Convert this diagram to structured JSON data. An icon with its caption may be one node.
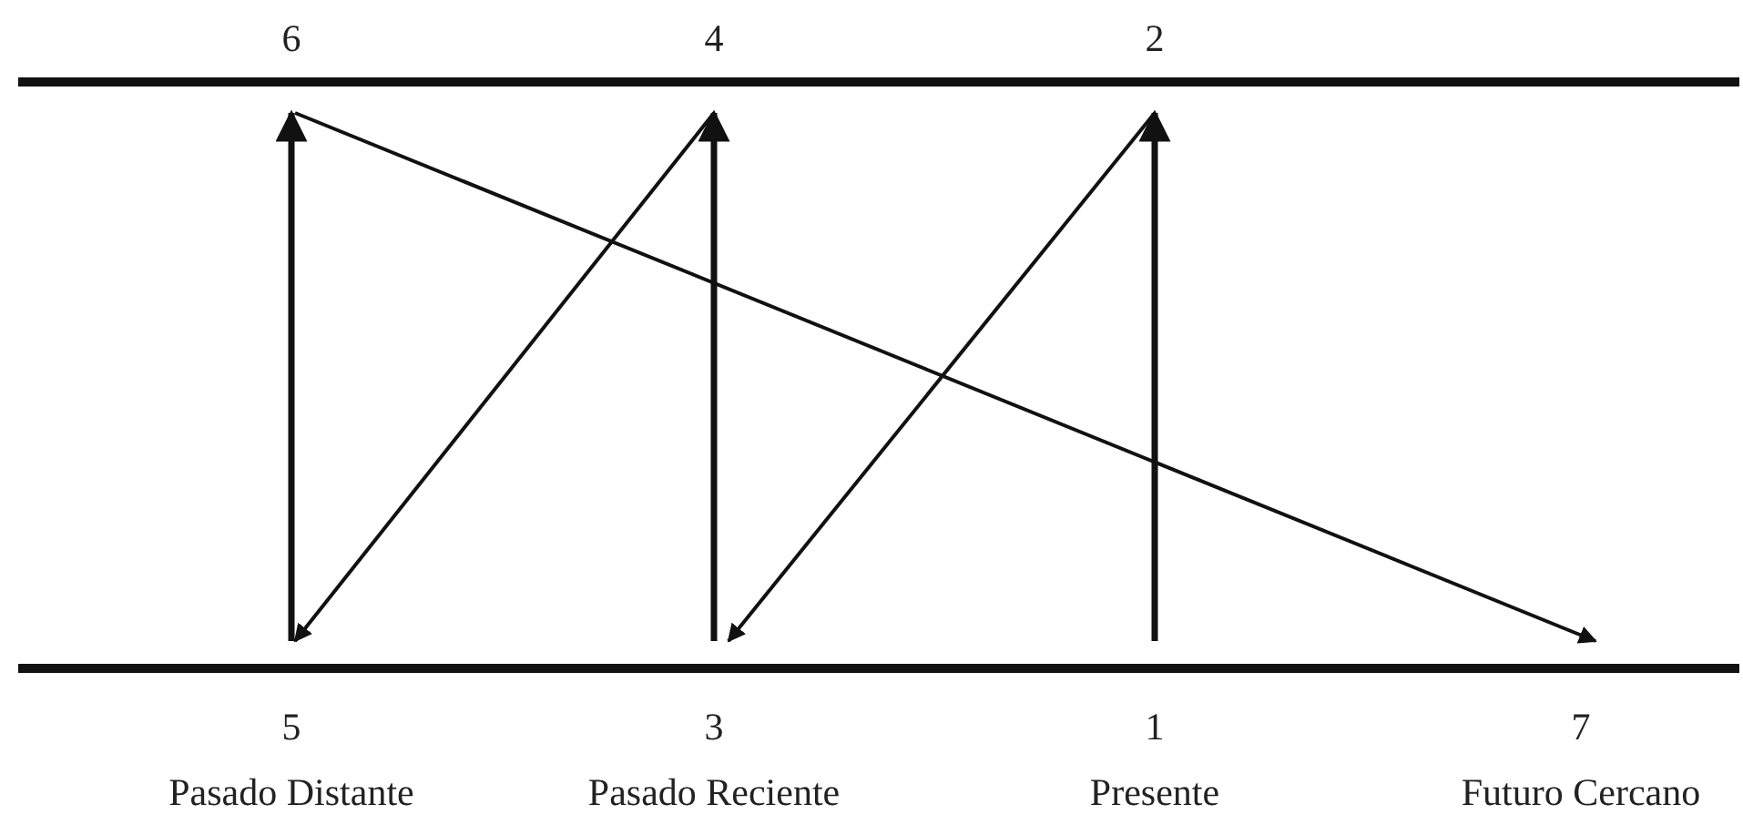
{
  "diagram": {
    "nodes": [
      {
        "text": [
          "6"
        ]
      },
      {
        "text": [
          "4"
        ]
      },
      {
        "text": [
          "2"
        ]
      },
      {
        "text": [
          "5",
          "Pasado Distante"
        ]
      },
      {
        "text": [
          "3",
          "Pasado Reciente"
        ]
      },
      {
        "text": [
          "1",
          "Presente"
        ]
      },
      {
        "text": [
          "7",
          "Futuro Cercano"
        ]
      }
    ],
    "edges": [
      {
        "from": 5,
        "to": 2,
        "arrow": "to"
      },
      {
        "from": 2,
        "to": 4,
        "arrow": "to"
      },
      {
        "from": 4,
        "to": 1,
        "arrow": "to"
      },
      {
        "from": 1,
        "to": 3,
        "arrow": "to"
      },
      {
        "from": 3,
        "to": 0,
        "arrow": "to"
      },
      {
        "from": 0,
        "to": 6,
        "arrow": "to"
      }
    ]
  }
}
